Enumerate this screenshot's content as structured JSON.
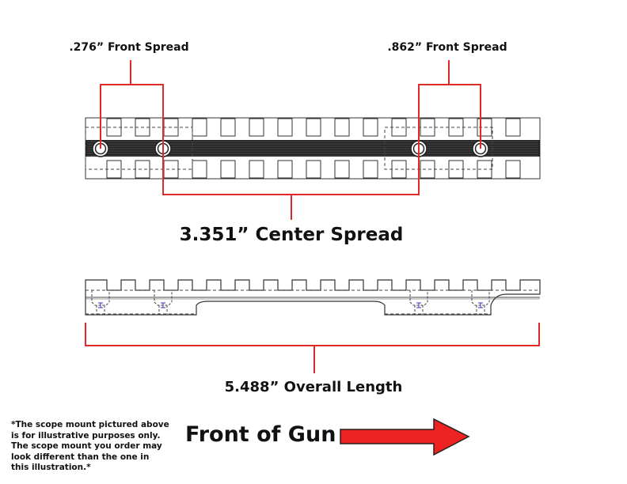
{
  "labels": {
    "front_spread_left": ".276” Front Spread",
    "front_spread_right": ".862” Front Spread",
    "center_spread": "3.351” Center Spread",
    "overall_length": "5.488” Overall Length",
    "front_of_gun": "Front of Gun"
  },
  "disclaimer": [
    "*The scope mount pictured above",
    "is for illustrative purposes only.",
    "The scope mount you order may",
    "look different than the one in",
    "this illustration.*"
  ],
  "colors": {
    "accent": "#e02a2a",
    "arrow": "#ee2222",
    "line": "#333333"
  }
}
